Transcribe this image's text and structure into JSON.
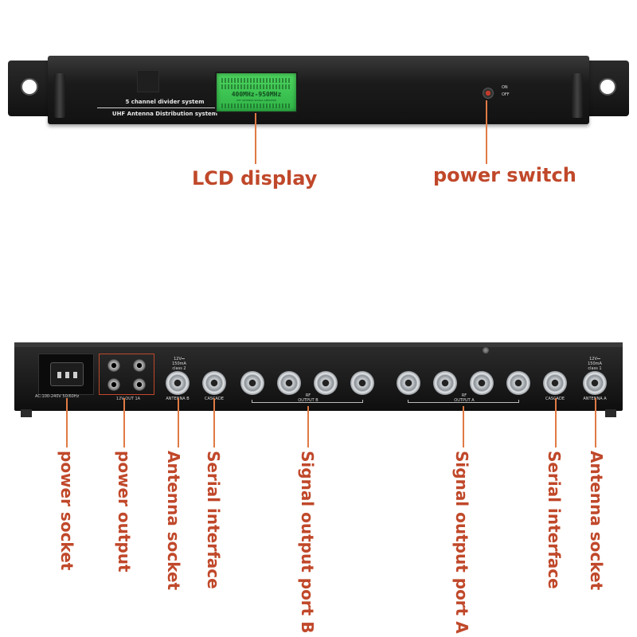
{
  "front_panel": {
    "title_line1": "5 channel divider system",
    "title_line2": "UHF Antenna Distribution system",
    "lcd_text": "400MHz-950MHz",
    "lcd_subtext": "UHF ANTENNA SIGNAL AMPLIFIER",
    "switch_on": "ON",
    "switch_off": "OFF"
  },
  "front_labels": {
    "lcd": "LCD display",
    "power_switch": "power switch"
  },
  "rear_panel": {
    "ac_label": "AC:100-240V  50/60Hz",
    "power_out_label": "12V  OUT  1A",
    "antenna_b_spec": "12V⎓\n150mA\nclass 2",
    "antenna_a_spec": "12V⎓\n150mA\nclass 1",
    "antenna_b": "ANTENNA B",
    "antenna_a": "ANTENNA A",
    "cascade_left": "CASCADE",
    "cascade_right": "CASCADE",
    "rf_b": "RF",
    "output_b": "OUTPUT B",
    "rf_a": "RF",
    "output_a": "OUTPUT A"
  },
  "rear_labels": {
    "power_socket": "power socket",
    "power_output": "power output",
    "antenna_socket_left": "Antenna socket",
    "serial_interface_left": "Serial interface",
    "signal_output_b": "Signal output port B",
    "signal_output_a": "Signal output port A",
    "serial_interface_right": "Serial interface",
    "antenna_socket_right": "Antenna socket"
  },
  "colors": {
    "label": "#c0482a",
    "callout_line": "#e07a44",
    "chassis": "#1b1b1b",
    "lcd": "#3fc452"
  }
}
